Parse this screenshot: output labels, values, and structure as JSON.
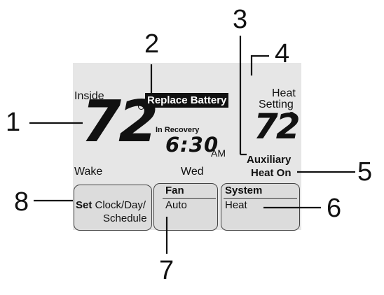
{
  "display": {
    "inside_label": "Inside",
    "inside_temp": "72",
    "replace_battery": "Replace Battery",
    "heat_setting_line1": "Heat",
    "heat_setting_line2": "Setting",
    "setting_temp": "72",
    "in_recovery": "In Recovery",
    "clock_time": "6:30",
    "clock_ampm": "AM",
    "period": "Wake",
    "day": "Wed",
    "auxiliary_line1": "Auxiliary",
    "auxiliary_line2": "Heat On"
  },
  "buttons": {
    "set_bold": "Set",
    "set_rest": "Clock/Day/",
    "set_line2": "Schedule",
    "fan_title": "Fan",
    "fan_value": "Auto",
    "system_title": "System",
    "system_value": "Heat"
  },
  "callouts": [
    "1",
    "2",
    "3",
    "4",
    "5",
    "6",
    "7",
    "8"
  ]
}
